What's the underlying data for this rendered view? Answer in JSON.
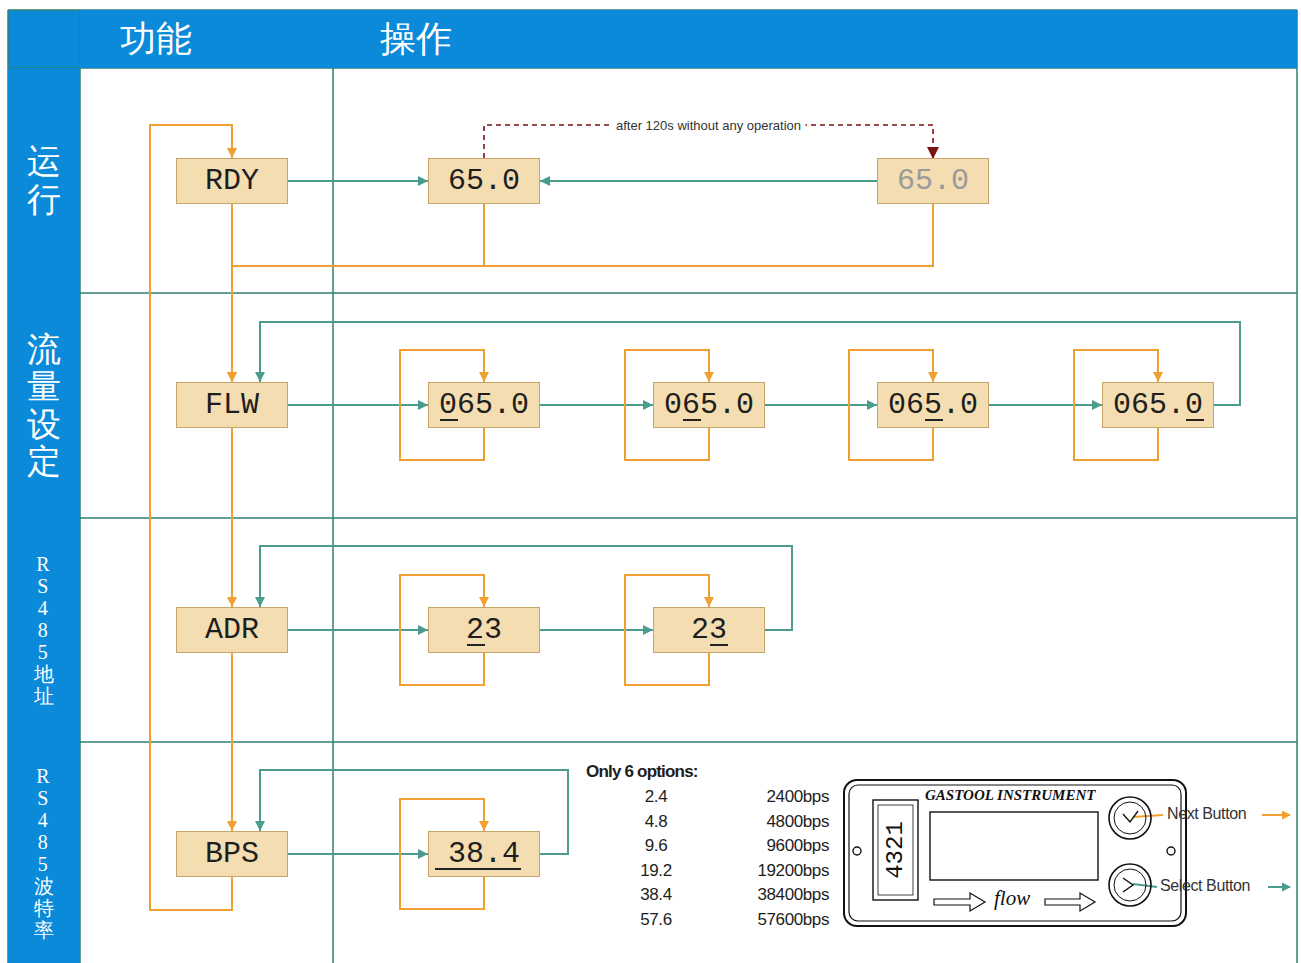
{
  "diagram": {
    "nodes": [
      {
        "text": [
          "功能"
        ]
      },
      {
        "text": [
          "操作"
        ]
      },
      {
        "text": [
          "运行"
        ]
      },
      {
        "text": [
          "流量设定"
        ]
      },
      {
        "text": [
          "RS485地址"
        ]
      },
      {
        "text": [
          "RS485波特率"
        ]
      },
      {
        "text": [
          "RDY"
        ]
      },
      {
        "text": [
          "65.0"
        ]
      },
      {
        "text": [
          "65.0"
        ]
      },
      {
        "text": [
          "FLW"
        ]
      },
      {
        "text": [
          "065.0"
        ]
      },
      {
        "text": [
          "065.0"
        ]
      },
      {
        "text": [
          "065.0"
        ]
      },
      {
        "text": [
          "065.0"
        ]
      },
      {
        "text": [
          "ADR"
        ]
      },
      {
        "text": [
          "23"
        ]
      },
      {
        "text": [
          "23"
        ]
      },
      {
        "text": [
          "BPS"
        ]
      },
      {
        "text": [
          "38.4"
        ]
      },
      {
        "text": [
          "GASTOOL INSTRUMENT",
          "4321",
          "flow"
        ]
      }
    ],
    "edges": [
      {
        "from": 6,
        "to": 7,
        "arrow": "to"
      },
      {
        "from": 8,
        "to": 7,
        "arrow": "to"
      },
      {
        "from": 7,
        "to": 8,
        "arrow": "to",
        "label": "after 120s without any operation"
      },
      {
        "from": 6,
        "to": 9,
        "arrow": "to"
      },
      {
        "from": 7,
        "to": 9,
        "arrow": "to"
      },
      {
        "from": 8,
        "to": 9,
        "arrow": "to"
      },
      {
        "from": 9,
        "to": 14,
        "arrow": "to"
      },
      {
        "from": 14,
        "to": 17,
        "arrow": "to"
      },
      {
        "from": 17,
        "to": 6,
        "arrow": "to"
      },
      {
        "from": 9,
        "to": 10,
        "arrow": "to"
      },
      {
        "from": 10,
        "to": 11,
        "arrow": "to"
      },
      {
        "from": 11,
        "to": 12,
        "arrow": "to"
      },
      {
        "from": 12,
        "to": 13,
        "arrow": "to"
      },
      {
        "from": 13,
        "to": 9,
        "arrow": "to"
      },
      {
        "from": 10,
        "to": 10,
        "arrow": "to"
      },
      {
        "from": 11,
        "to": 11,
        "arrow": "to"
      },
      {
        "from": 12,
        "to": 12,
        "arrow": "to"
      },
      {
        "from": 13,
        "to": 13,
        "arrow": "to"
      },
      {
        "from": 14,
        "to": 15,
        "arrow": "to"
      },
      {
        "from": 15,
        "to": 16,
        "arrow": "to"
      },
      {
        "from": 16,
        "to": 14,
        "arrow": "to"
      },
      {
        "from": 15,
        "to": 15,
        "arrow": "to"
      },
      {
        "from": 16,
        "to": 16,
        "arrow": "to"
      },
      {
        "from": 17,
        "to": 18,
        "arrow": "to"
      },
      {
        "from": 18,
        "to": 17,
        "arrow": "to"
      },
      {
        "from": 18,
        "to": 18,
        "arrow": "to"
      }
    ],
    "labels": [
      "Only 6 options:",
      "2.4",
      "2400bps",
      "4.8",
      "4800bps",
      "9.6",
      "9600bps",
      "19.2",
      "19200bps",
      "38.4",
      "38400bps",
      "57.6",
      "57600bps",
      "Next Button",
      "Select Button"
    ]
  }
}
